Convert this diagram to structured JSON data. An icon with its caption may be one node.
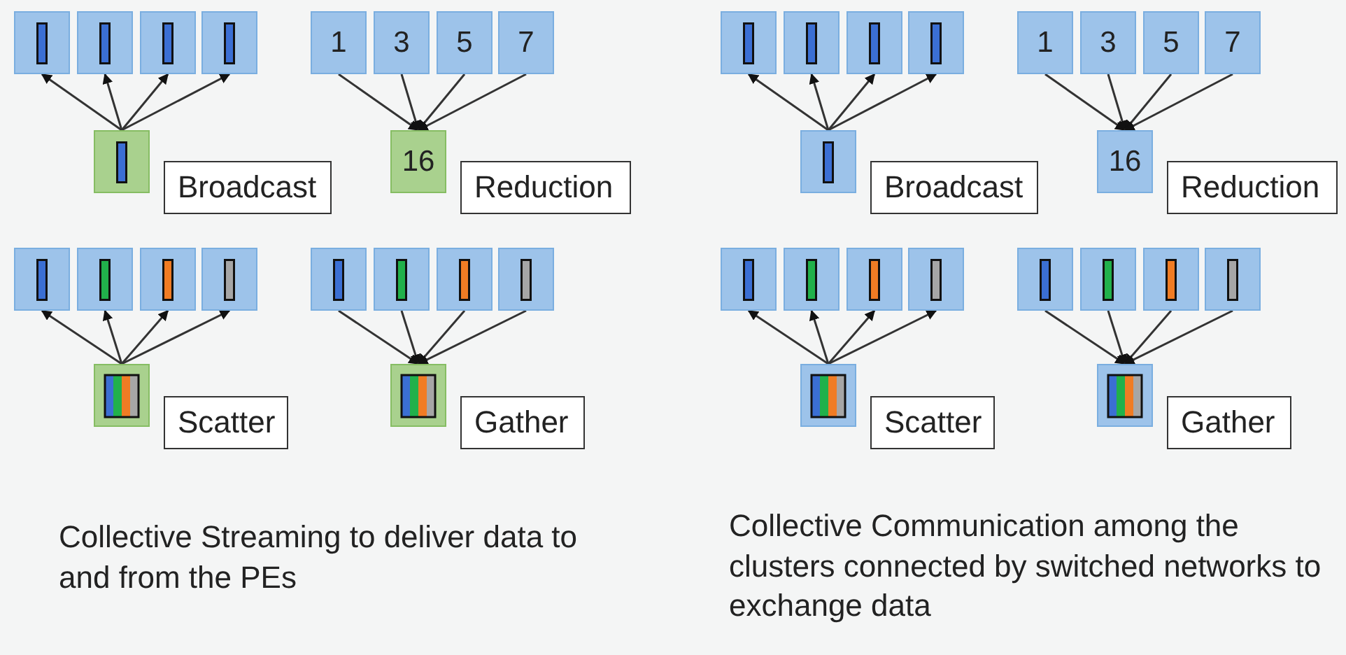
{
  "diagram": {
    "nodes": [
      {
        "text": [],
        "shape": "box"
      },
      {
        "text": [],
        "shape": "box"
      },
      {
        "text": [],
        "shape": "box"
      },
      {
        "text": [],
        "shape": "box"
      },
      {
        "text": [],
        "shape": "box"
      },
      {
        "text": [
          "Broadcast"
        ]
      },
      {
        "text": [
          "1"
        ]
      },
      {
        "text": [
          "3"
        ]
      },
      {
        "text": [
          "5"
        ]
      },
      {
        "text": [
          "7"
        ]
      },
      {
        "text": [
          "16"
        ]
      },
      {
        "text": [
          "Reduction"
        ]
      },
      {
        "text": [],
        "shape": "box"
      },
      {
        "text": [],
        "shape": "box"
      },
      {
        "text": [],
        "shape": "box"
      },
      {
        "text": [],
        "shape": "box"
      },
      {
        "text": [],
        "shape": "box"
      },
      {
        "text": [
          "Scatter"
        ]
      },
      {
        "text": [],
        "shape": "box"
      },
      {
        "text": [],
        "shape": "box"
      },
      {
        "text": [],
        "shape": "box"
      },
      {
        "text": [],
        "shape": "box"
      },
      {
        "text": [],
        "shape": "box"
      },
      {
        "text": [
          "Gather"
        ]
      },
      {
        "text": [],
        "shape": "box"
      },
      {
        "text": [],
        "shape": "box"
      },
      {
        "text": [],
        "shape": "box"
      },
      {
        "text": [],
        "shape": "box"
      },
      {
        "text": [],
        "shape": "box"
      },
      {
        "text": [
          "Broadcast"
        ]
      },
      {
        "text": [
          "1"
        ]
      },
      {
        "text": [
          "3"
        ]
      },
      {
        "text": [
          "5"
        ]
      },
      {
        "text": [
          "7"
        ]
      },
      {
        "text": [
          "16"
        ]
      },
      {
        "text": [
          "Reduction"
        ]
      },
      {
        "text": [],
        "shape": "box"
      },
      {
        "text": [],
        "shape": "box"
      },
      {
        "text": [],
        "shape": "box"
      },
      {
        "text": [],
        "shape": "box"
      },
      {
        "text": [],
        "shape": "box"
      },
      {
        "text": [
          "Scatter"
        ]
      },
      {
        "text": [],
        "shape": "box"
      },
      {
        "text": [],
        "shape": "box"
      },
      {
        "text": [],
        "shape": "box"
      },
      {
        "text": [],
        "shape": "box"
      },
      {
        "text": [],
        "shape": "box"
      },
      {
        "text": [
          "Gather"
        ]
      }
    ],
    "edges": [
      {
        "from": 4,
        "to": 0,
        "arrow": "to"
      },
      {
        "from": 4,
        "to": 1,
        "arrow": "to"
      },
      {
        "from": 4,
        "to": 2,
        "arrow": "to"
      },
      {
        "from": 4,
        "to": 3,
        "arrow": "to"
      },
      {
        "from": 6,
        "to": 10,
        "arrow": "to"
      },
      {
        "from": 7,
        "to": 10,
        "arrow": "to"
      },
      {
        "from": 8,
        "to": 10,
        "arrow": "to"
      },
      {
        "from": 9,
        "to": 10,
        "arrow": "to"
      },
      {
        "from": 16,
        "to": 12,
        "arrow": "to"
      },
      {
        "from": 16,
        "to": 13,
        "arrow": "to"
      },
      {
        "from": 16,
        "to": 14,
        "arrow": "to"
      },
      {
        "from": 16,
        "to": 15,
        "arrow": "to"
      },
      {
        "from": 18,
        "to": 22,
        "arrow": "to"
      },
      {
        "from": 19,
        "to": 22,
        "arrow": "to"
      },
      {
        "from": 20,
        "to": 22,
        "arrow": "to"
      },
      {
        "from": 21,
        "to": 22,
        "arrow": "to"
      },
      {
        "from": 28,
        "to": 24,
        "arrow": "to"
      },
      {
        "from": 28,
        "to": 25,
        "arrow": "to"
      },
      {
        "from": 28,
        "to": 26,
        "arrow": "to"
      },
      {
        "from": 28,
        "to": 27,
        "arrow": "to"
      },
      {
        "from": 30,
        "to": 34,
        "arrow": "to"
      },
      {
        "from": 31,
        "to": 34,
        "arrow": "to"
      },
      {
        "from": 32,
        "to": 34,
        "arrow": "to"
      },
      {
        "from": 33,
        "to": 34,
        "arrow": "to"
      },
      {
        "from": 40,
        "to": 36,
        "arrow": "to"
      },
      {
        "from": 40,
        "to": 37,
        "arrow": "to"
      },
      {
        "from": 40,
        "to": 38,
        "arrow": "to"
      },
      {
        "from": 40,
        "to": 39,
        "arrow": "to"
      },
      {
        "from": 42,
        "to": 46,
        "arrow": "to"
      },
      {
        "from": 43,
        "to": 46,
        "arrow": "to"
      },
      {
        "from": 44,
        "to": 46,
        "arrow": "to"
      },
      {
        "from": 45,
        "to": 46,
        "arrow": "to"
      }
    ],
    "labels": [
      "Collective Streaming to deliver data to and from the PEs",
      "Collective Communication among the clusters connected by switched networks to exchange data"
    ]
  }
}
